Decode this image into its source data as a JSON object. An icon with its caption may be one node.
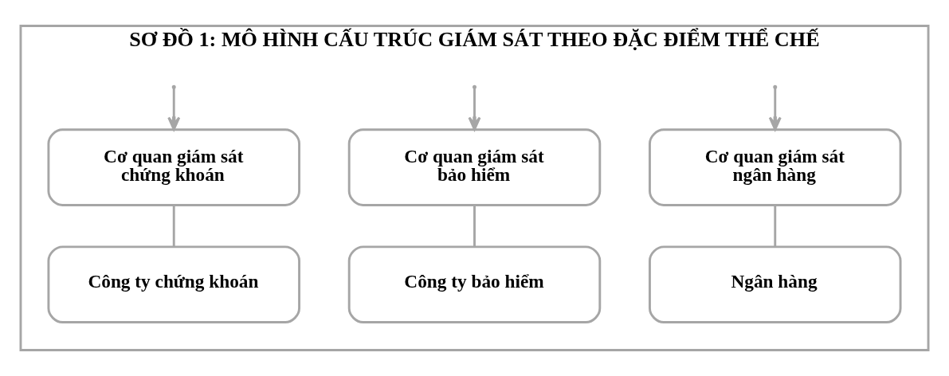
{
  "diagram": {
    "nodes": [
      {
        "text": [
          "SƠ ĐỒ 1: MÔ HÌNH CẤU TRÚC GIÁM SÁT THEO ĐẶC ĐIỂM THỂ CHẾ"
        ]
      },
      {
        "text": [
          "Cơ quan giám sát ngân hàng"
        ],
        "in": 0
      },
      {
        "text": [
          "Cơ quan giám sát bảo hiểm"
        ],
        "in": 0
      },
      {
        "text": [
          "Cơ quan giám sát chứng khoán"
        ],
        "in": 0
      },
      {
        "text": [
          "Ngân hàng"
        ],
        "in": 0
      },
      {
        "text": [
          "Công ty bảo hiểm"
        ],
        "in": 0
      },
      {
        "text": [
          "Công ty chứng khoán"
        ],
        "in": 0
      }
    ],
    "edges": [
      {
        "from": null,
        "to": 1,
        "arrow": "to"
      },
      {
        "from": null,
        "to": 2,
        "arrow": "to"
      },
      {
        "from": null,
        "to": 3,
        "arrow": "to"
      },
      {
        "from": 1,
        "to": 4,
        "arrow": "none"
      },
      {
        "from": 2,
        "to": 5,
        "arrow": "none"
      },
      {
        "from": 3,
        "to": 6,
        "arrow": "none"
      }
    ]
  }
}
